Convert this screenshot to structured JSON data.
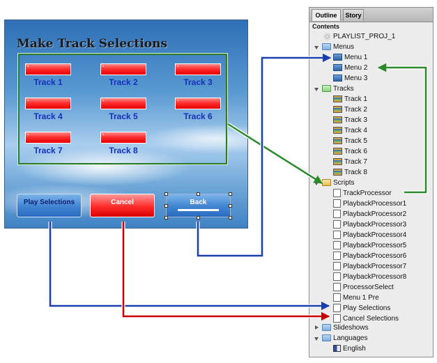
{
  "menu_preview": {
    "title": "Make Track Selections",
    "tracks": [
      {
        "label": "Track 1"
      },
      {
        "label": "Track 2"
      },
      {
        "label": "Track 3"
      },
      {
        "label": "Track 4"
      },
      {
        "label": "Track 5"
      },
      {
        "label": "Track 6"
      },
      {
        "label": "Track 7"
      },
      {
        "label": "Track 8"
      }
    ],
    "play_label": "Play Selections",
    "cancel_label": "Cancel",
    "back_label": "Back"
  },
  "panel": {
    "tabs": [
      "Outline",
      "Story"
    ],
    "contents_header": "Contents",
    "project": "PLAYLIST_PROJ_1",
    "menus": {
      "label": "Menus",
      "items": [
        "Menu 1",
        "Menu 2",
        "Menu 3"
      ]
    },
    "tracks": {
      "label": "Tracks",
      "items": [
        "Track 1",
        "Track 2",
        "Track 3",
        "Track 4",
        "Track 5",
        "Track 6",
        "Track 7",
        "Track 8"
      ]
    },
    "scripts": {
      "label": "Scripts",
      "items": [
        "TrackProcessor",
        "PlaybackProcessor1",
        "PlaybackProcessor2",
        "PlaybackProcessor3",
        "PlaybackProcessor4",
        "PlaybackProcessor5",
        "PlaybackProcessor6",
        "PlaybackProcessor7",
        "PlaybackProcessor8",
        "ProcessorSelect",
        "Menu 1 Pre",
        "Play Selections",
        "Cancel Selections"
      ]
    },
    "slideshows": {
      "label": "Slideshows"
    },
    "languages": {
      "label": "Languages",
      "items": [
        "English"
      ]
    }
  },
  "colors": {
    "blue_arrow": "#1a3fb0",
    "red_arrow": "#c80000",
    "green_arrow": "#2a8a2a"
  }
}
